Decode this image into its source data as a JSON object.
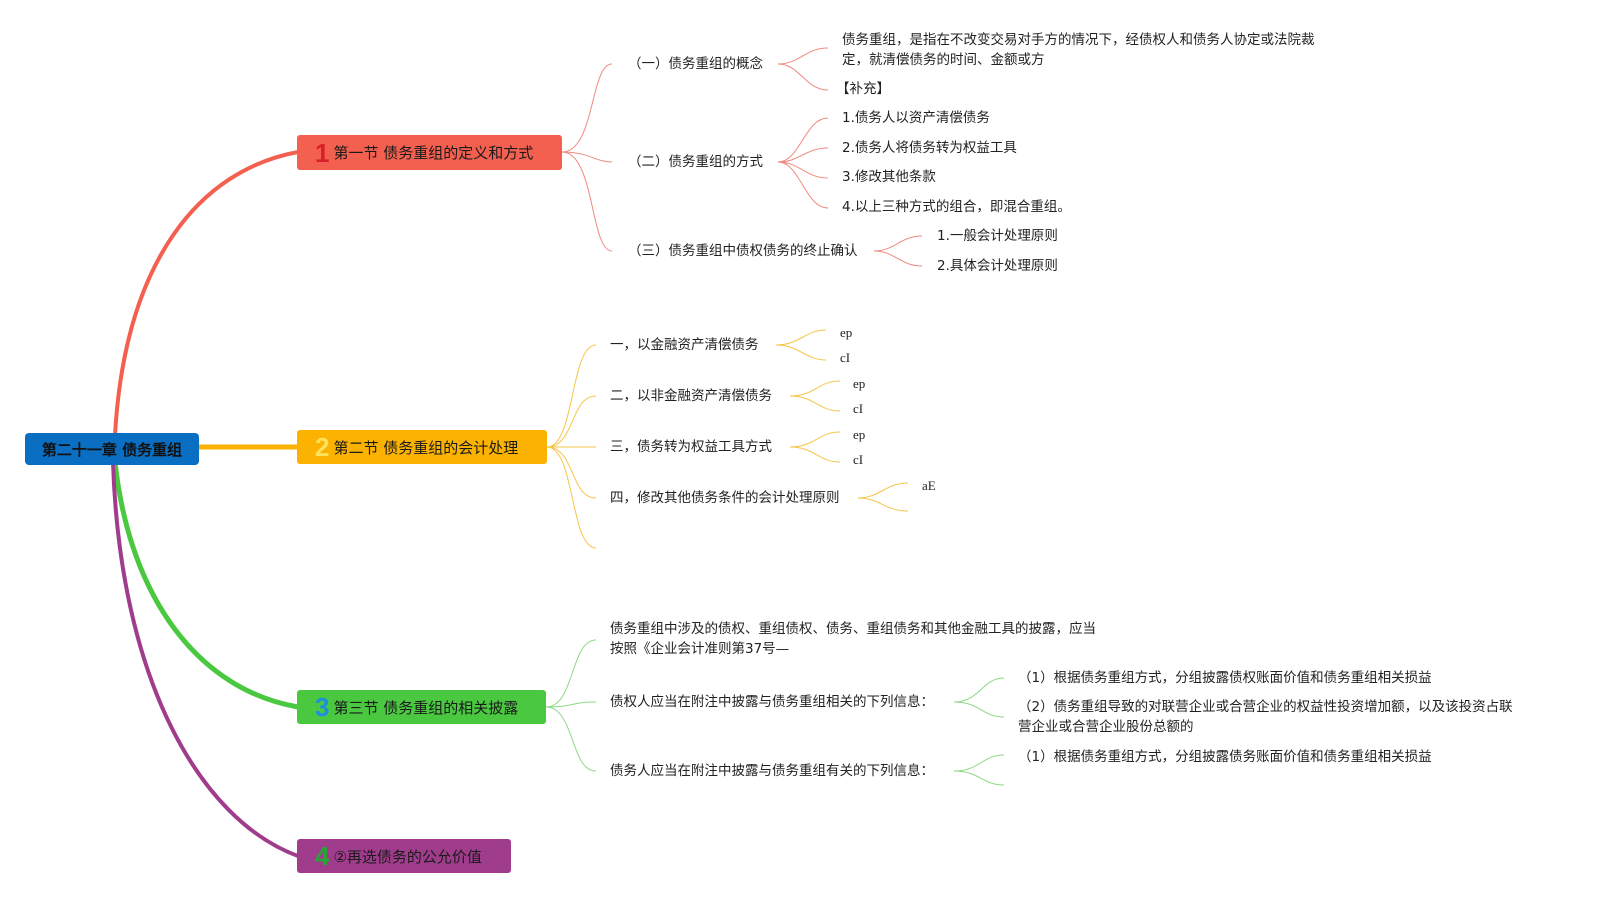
{
  "root": {
    "label": "第二十一章 债务重组"
  },
  "colors": {
    "root": "#0a6fc2",
    "sec1": "#f4604f",
    "sec2": "#fcb200",
    "sec3": "#49c840",
    "sec4": "#a03c8c"
  },
  "sections": [
    {
      "badge": "1",
      "label": "第一节 债务重组的定义和方式",
      "children": [
        {
          "label": "（一）债务重组的概念",
          "children": [
            "债务重组，是指在不改变交易对手方的情况下，经债权人和债务人协定或法院裁定，就清偿债务的时间、金额或方",
            "【补充】"
          ]
        },
        {
          "label": "（二）债务重组的方式",
          "children": [
            "1.债务人以资产清偿债务",
            "2.债务人将债务转为权益工具",
            "3.修改其他条款",
            "4.以上三种方式的组合，即混合重组。"
          ]
        },
        {
          "label": "（三）债务重组中债权债务的终止确认",
          "children": [
            "1.一般会计处理原则",
            "2.具体会计处理原则"
          ]
        }
      ]
    },
    {
      "badge": "2",
      "label": "第二节 债务重组的会计处理",
      "children": [
        {
          "label": "一，以金融资产清偿债务",
          "children": [
            "ep",
            "cI"
          ]
        },
        {
          "label": "二，以非金融资产清偿债务",
          "children": [
            "ep",
            "cI"
          ]
        },
        {
          "label": "三，债务转为权益工具方式",
          "children": [
            "ep",
            "cI"
          ]
        },
        {
          "label": "四，修改其他债务条件的会计处理原则",
          "children": [
            "aE"
          ]
        }
      ]
    },
    {
      "badge": "3",
      "label": "第三节 债务重组的相关披露",
      "children": [
        {
          "label": "债务重组中涉及的债权、重组债权、债务、重组债务和其他金融工具的披露，应当按照《企业会计准则第37号—",
          "children": []
        },
        {
          "label": "债权人应当在附注中披露与债务重组相关的下列信息：",
          "children": [
            "（1）根据债务重组方式，分组披露债权账面价值和债务重组相关损益",
            "（2）债务重组导致的对联营企业或合营企业的权益性投资增加额，以及该投资占联营企业或合营企业股份总额的"
          ]
        },
        {
          "label": "债务人应当在附注中披露与债务重组有关的下列信息：",
          "children": [
            "（1）根据债务重组方式，分组披露债务账面价值和债务重组相关损益"
          ]
        }
      ]
    },
    {
      "badge": "4",
      "label": "②再选债务的公允价值",
      "children": []
    }
  ]
}
